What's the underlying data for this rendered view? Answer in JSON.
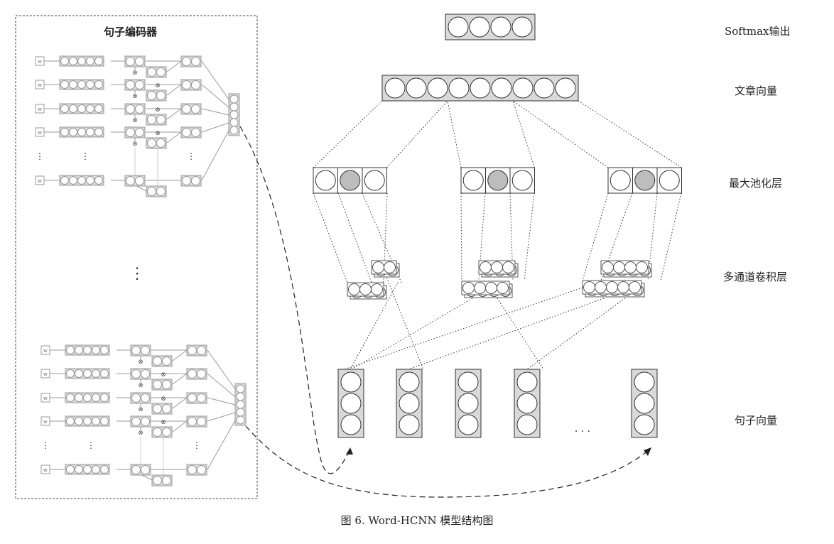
{
  "encoder": {
    "title": "句子编码器"
  },
  "layers": {
    "softmax": "Softmax输出",
    "doc_vector": "文章向量",
    "maxpool": "最大池化层",
    "conv": "多通道卷积层",
    "sentence_vector": "句子向量"
  },
  "caption": "图 6. Word-HCNN 模型结构图",
  "symbols": {
    "word": "w",
    "ellipsis_v": "⋮",
    "ellipsis_h": "· · ·",
    "product": "⊗"
  },
  "counts": {
    "softmax_cells": 4,
    "doc_cells": 9,
    "pool_groups": 3,
    "sentence_columns": 5
  },
  "colors": {
    "stroke": "#333333",
    "box_fill": "#d9d9d9",
    "highlight": "#bdbdbd",
    "light_stroke": "#9a9a9a"
  }
}
